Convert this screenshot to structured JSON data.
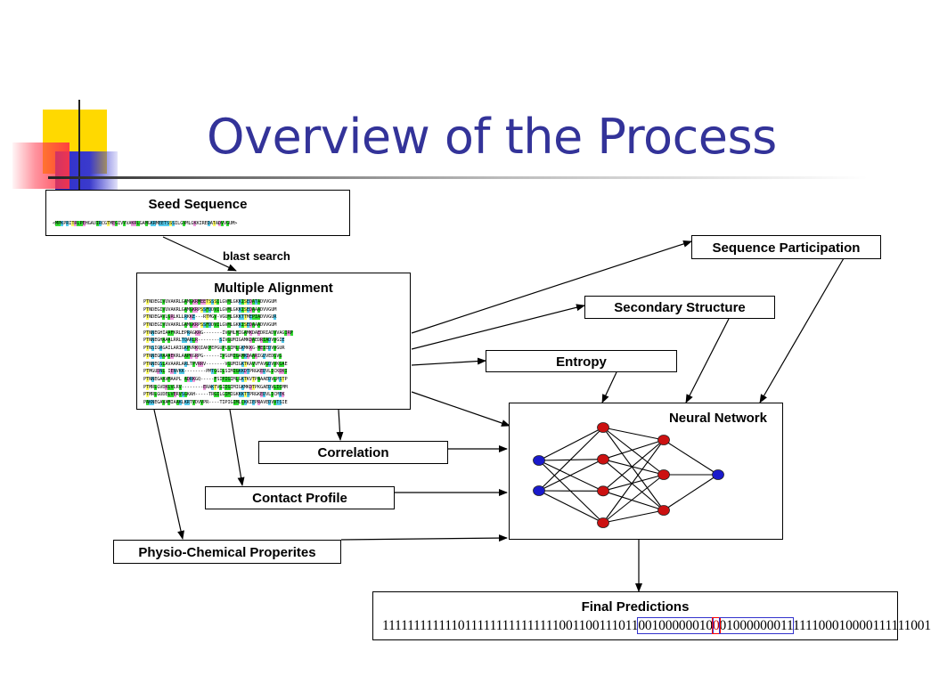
{
  "slide": {
    "title": "Overview of the Process"
  },
  "boxes": {
    "seed_sequence": "Seed Sequence",
    "multiple_alignment": "Multiple Alignment",
    "sequence_participation": "Sequence Participation",
    "secondary_structure": "Secondary Structure",
    "entropy": "Entropy",
    "neural_network": "Neural Network",
    "correlation": "Correlation",
    "contact_profile": "Contact Profile",
    "physio_chemical": "Physio-Chemical Properites",
    "final_predictions": "Final Predictions"
  },
  "edge_labels": {
    "blast_search": "blast search"
  },
  "seed_sequence_text": "<MPKPRITRLPEHGAUIRCGTMEGIVVVAKRLGAMGKRMEETSSSILGVMLGKKIREDATADVVGUM>",
  "alignment_rows": [
    "PTNDEGIVUVAKRLGAMGKRMEETSSSILGVMLGKKISEDATADVVGUM",
    "PTNDEGIVUVAKRLGAMGKRPSSFDDVILGVMLGKKISEDAAADVVGUM",
    "PTNDEGAVLGRLKLLRKKE---RTMGV-VGUMLGKKTTMEPIADVVGUR",
    "PTNDEGIVUVAKRLGAMGKRPSSFDDVILGVMLGKKISEDAAADVVGUM",
    "PTNNEGHIAAFKRLEPRAGKRG-------IVGMLMIGAMKDAEDRIADVVAGIRP",
    "PTNNEGHAAALRRLTQARLR--------SIVGUMIGAMKDAEDRIADVVGIE",
    "PTNSIGRGAILARIGKPVRKQIAKPEPGUPLGIMLGKMKKG-MEIEDVVGUR",
    "PTNNEGRAAAEKRLAAPKGRPG------IVGUMIGAMKDAARIGDVEDGVG",
    "PTNNEGSLAVAARLARLTPVRRV-------VGUMIGKTKAVVFAVGDVVKGAE",
    "PTMGUDNL IENVKK--------PMTGGILSIMIGKKDTPRGKEDVLICKDKI",
    "PTNNEGAAVMAAPL ADRKGQ-----FSIPIGIMLGKTKVTPAAAEDVLMSTP",
    "PTMRLGVDKLVLRV--------ERAKTVGIIGIMIGKMKDTPKGAEDVLICMM",
    "PTMRLGUDELVERVSGKAH-----TRGILGIMIGKKKTTPRGKEDVLICMEK",
    "PAKNEGAVAMIAAKLKRTVDVVPR----TIPIGIMLCKKIEPRAVEDVVTSIE"
  ],
  "neural_network": {
    "layers": [
      2,
      4,
      3,
      1
    ],
    "colors": {
      "io": "#1a1acc",
      "hidden": "#cc1111"
    }
  },
  "final_predictions": {
    "segments": [
      {
        "text": "1111111111110111111111111111001100111011",
        "style": "plain"
      },
      {
        "text": "00100000010",
        "style": "blue"
      },
      {
        "text": "0",
        "style": "red"
      },
      {
        "text": "01000000011",
        "style": "blue"
      },
      {
        "text": "111100010000111111001",
        "style": "plain"
      }
    ]
  },
  "colors": {
    "title": "#333399",
    "deco_yellow": "#ffdd00",
    "deco_blue": "#3333cc",
    "deco_red": "#ff3344",
    "aa_green": "#33dd33",
    "aa_cyan": "#55ccee",
    "aa_pink": "#ee99dd",
    "aa_yellow": "#ffff66"
  }
}
